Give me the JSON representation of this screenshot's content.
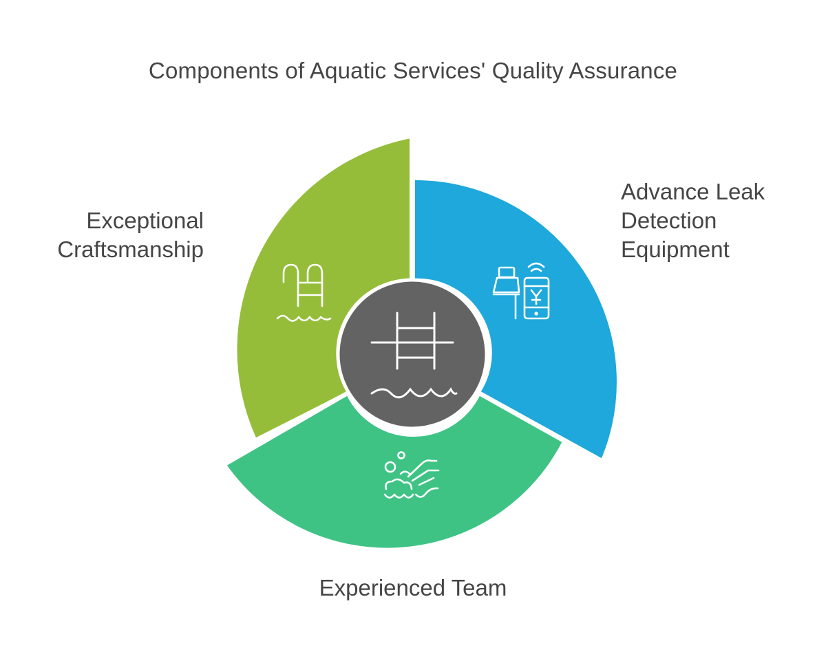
{
  "title": "Components of Aquatic Services' Quality Assurance",
  "segments": [
    {
      "id": "craftsmanship",
      "label": "Exceptional\nCraftsmanship",
      "color": "#95bd3a",
      "icon": "pool-ladder-icon"
    },
    {
      "id": "leak-detection",
      "label": "Advance Leak\nDetection\nEquipment",
      "color": "#1ea8db",
      "icon": "leak-detector-phone-icon"
    },
    {
      "id": "team",
      "label": "Experienced Team",
      "color": "#3ec385",
      "icon": "hand-in-water-icon"
    }
  ],
  "center": {
    "color": "#636363",
    "icon": "ladder-water-icon"
  }
}
